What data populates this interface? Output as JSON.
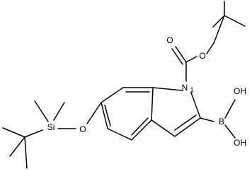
{
  "molecule": {
    "atoms": {
      "n1": "N",
      "n1_num": "1",
      "o_carbonyl": "O",
      "o_ester": "O",
      "o_silyl": "O",
      "si": "Si",
      "b": "B",
      "oh_top": "OH",
      "oh_bottom": "OH"
    }
  }
}
